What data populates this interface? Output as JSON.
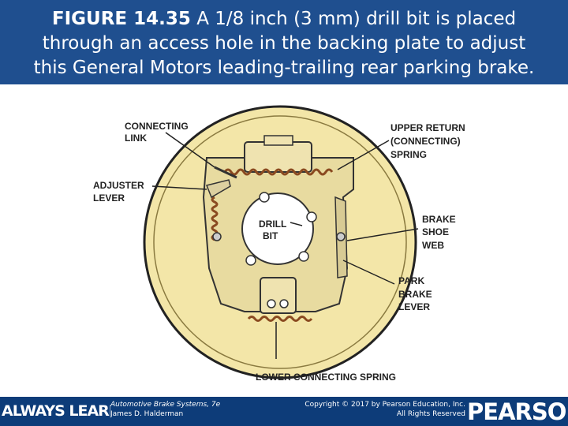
{
  "title": {
    "label": "FIGURE 14.35",
    "line1_rest": " A 1/8 inch (3 mm) drill bit is placed",
    "line2": "through an access hole in the backing plate to adjust",
    "line3": "this General Motors leading-trailing rear parking brake."
  },
  "callouts": {
    "connecting_link_1": "CONNECTING",
    "connecting_link_2": "LINK",
    "adjuster_lever_1": "ADJUSTER",
    "adjuster_lever_2": "LEVER",
    "upper_return_1": "UPPER RETURN",
    "upper_return_2": "(CONNECTING)",
    "upper_return_3": "SPRING",
    "drill_bit_1": "DRILL",
    "drill_bit_2": "BIT",
    "shoe_web_1": "BRAKE",
    "shoe_web_2": "SHOE",
    "shoe_web_3": "WEB",
    "park_lever_1": "PARK",
    "park_lever_2": "BRAKE",
    "park_lever_3": "LEVER",
    "lower_spring": "LOWER CONNECTING SPRING"
  },
  "footer": {
    "always_learning": "ALWAYS LEARNING",
    "book_title": "Automotive Brake Systems, 7e",
    "author": "James D. Halderman",
    "copyright_line1": "Copyright © 2017 by Pearson Education, Inc.",
    "copyright_line2": "All Rights Reserved",
    "brand": "PEARSON"
  },
  "colors": {
    "title_bar": "#1f4f8f",
    "footer_bar": "#0d3c79",
    "backing_plate": "#f3e6a8",
    "plate_outline": "#222222"
  }
}
